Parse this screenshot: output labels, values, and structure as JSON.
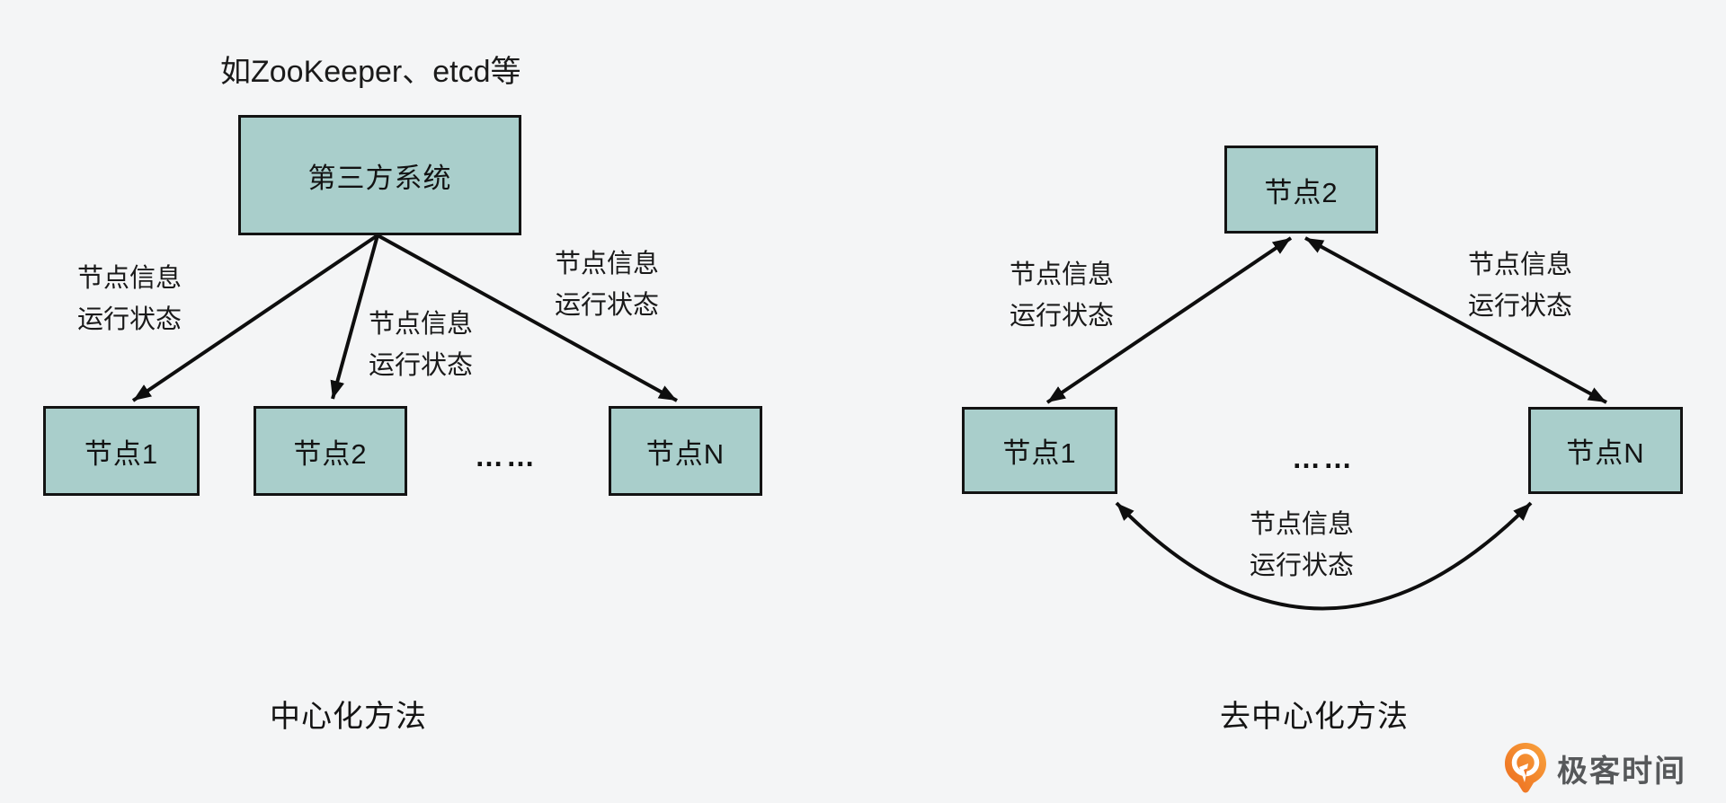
{
  "page": {
    "background": "#f4f5f6"
  },
  "colors": {
    "box_fill": "#a9cecb",
    "box_border": "#131313",
    "arrow": "#0e0e0e",
    "text": "#1a1a1a",
    "logo_orange_light": "#f9a43e",
    "logo_orange_dark": "#ec6a1d",
    "logo_text_gray": "#56585a"
  },
  "left_diagram": {
    "annotation": "如ZooKeeper、etcd等",
    "center_box": {
      "label": "第三方系统"
    },
    "nodes": [
      {
        "label": "节点1"
      },
      {
        "label": "节点2"
      },
      {
        "label": "节点N"
      }
    ],
    "ellipsis": "……",
    "edge_labels": [
      {
        "line1": "节点信息",
        "line2": "运行状态"
      },
      {
        "line1": "节点信息",
        "line2": "运行状态"
      },
      {
        "line1": "节点信息",
        "line2": "运行状态"
      }
    ],
    "caption": "中心化方法"
  },
  "right_diagram": {
    "nodes": [
      {
        "label": "节点2"
      },
      {
        "label": "节点1"
      },
      {
        "label": "节点N"
      }
    ],
    "ellipsis": "……",
    "edge_labels": [
      {
        "line1": "节点信息",
        "line2": "运行状态"
      },
      {
        "line1": "节点信息",
        "line2": "运行状态"
      },
      {
        "line1": "节点信息",
        "line2": "运行状态"
      }
    ],
    "caption": "去中心化方法"
  },
  "branding": {
    "logo_text": "极客时间"
  }
}
